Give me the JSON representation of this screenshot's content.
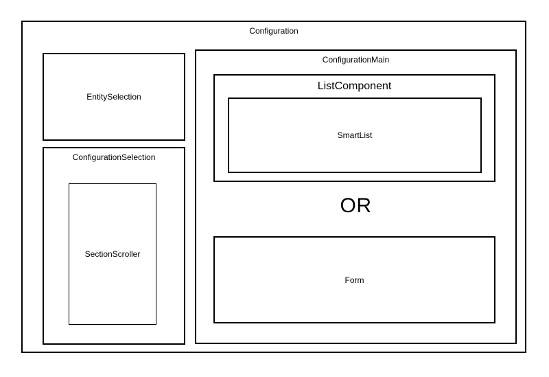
{
  "diagram": {
    "type": "nested-component-boxes",
    "background_color": "#ffffff",
    "line_color": "#000000",
    "root": {
      "name": "Configuration",
      "label": "Configuration"
    },
    "left_column": {
      "entity_selection": {
        "label": "EntitySelection"
      },
      "configuration_selection": {
        "label": "ConfigurationSelection",
        "child": {
          "label": "SectionScroller"
        }
      }
    },
    "right_column": {
      "configuration_main": {
        "label": "ConfigurationMain",
        "list_component": {
          "label": "ListComponent",
          "child": {
            "label": "SmartList"
          }
        },
        "separator": {
          "label": "OR"
        },
        "form": {
          "label": "Form"
        }
      }
    }
  }
}
